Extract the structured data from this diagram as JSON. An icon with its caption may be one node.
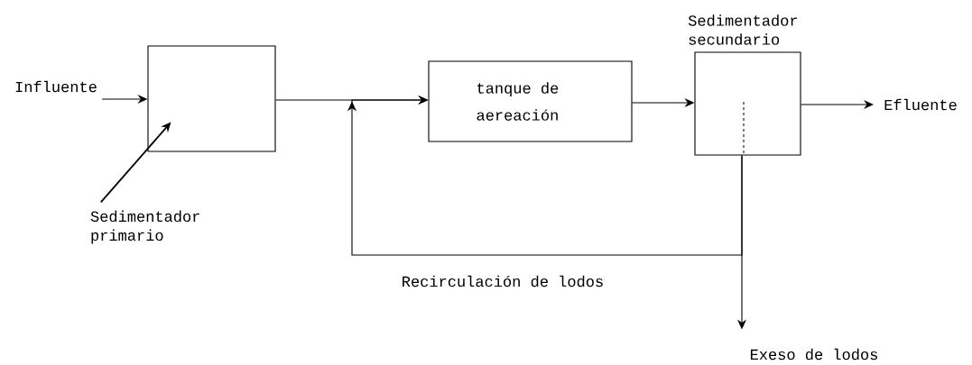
{
  "diagram": {
    "nodes": [
      {
        "text": [
          "Influente"
        ]
      },
      {
        "text": [],
        "shape": "box"
      },
      {
        "text": [
          "tanque de aereación"
        ]
      },
      {
        "text": [
          "Sedimentador secundario"
        ]
      },
      {
        "text": [
          "Efluente"
        ]
      },
      {
        "text": [
          "Sedimentador primario"
        ]
      },
      {
        "text": [
          "Exeso de lodos"
        ]
      }
    ],
    "edges": [
      {
        "from": 0,
        "to": 1,
        "arrow": "to"
      },
      {
        "from": 1,
        "to": 2,
        "arrow": "to"
      },
      {
        "from": 2,
        "to": 3,
        "arrow": "to"
      },
      {
        "from": 3,
        "to": 4,
        "arrow": "to"
      },
      {
        "from": 5,
        "to": 1,
        "arrow": "to"
      },
      {
        "from": 3,
        "to": 2,
        "arrow": "to",
        "label": "Recirculación de lodos"
      },
      {
        "from": 3,
        "to": 6,
        "arrow": "to"
      }
    ]
  }
}
